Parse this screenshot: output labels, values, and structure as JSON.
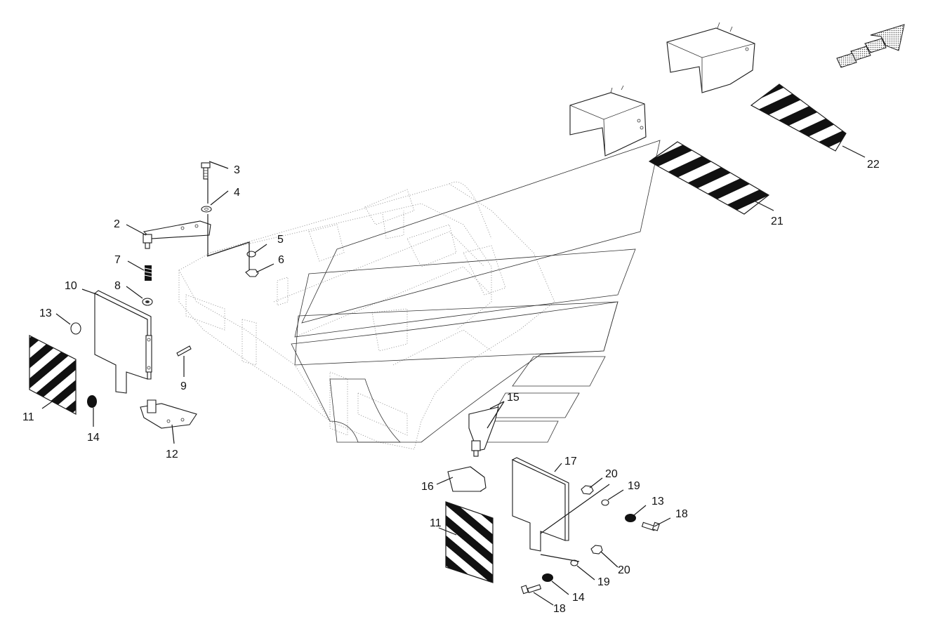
{
  "labels": {
    "l2": "2",
    "l3": "3",
    "l4": "4",
    "l5": "5",
    "l6": "6",
    "l7": "7",
    "l8": "8",
    "l9": "9",
    "l10": "10",
    "l11a": "11",
    "l11b": "11",
    "l12": "12",
    "l13a": "13",
    "l13b": "13",
    "l14a": "14",
    "l14b": "14",
    "l15": "15",
    "l16": "16",
    "l17": "17",
    "l18a": "18",
    "l18b": "18",
    "l19a": "19",
    "l19b": "19",
    "l20a": "20",
    "l20b": "20",
    "l21": "21",
    "l22": "22"
  },
  "colors": {
    "line": "#1a1a1a",
    "ghost": "#9a9a9a",
    "stripe": "#111111",
    "background": "#ffffff"
  }
}
